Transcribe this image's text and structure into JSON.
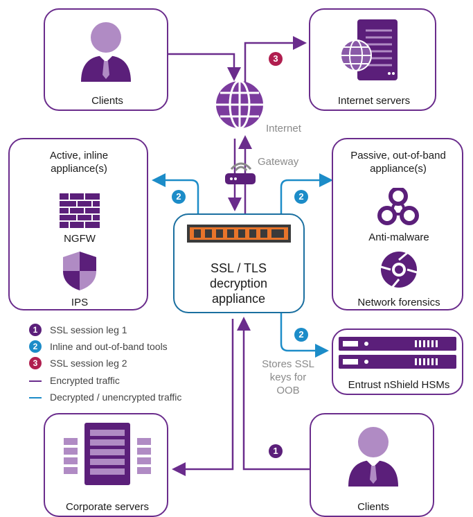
{
  "nodes": {
    "clients_top": {
      "label": "Clients"
    },
    "internet_servers": {
      "label": "Internet servers"
    },
    "internet": {
      "label": "Internet"
    },
    "gateway": {
      "label": "Gateway"
    },
    "active_inline": {
      "title": "Active, inline appliance(s)",
      "item1": "NGFW",
      "item2": "IPS"
    },
    "passive_oob": {
      "title": "Passive, out-of-band appliance(s)",
      "item1": "Anti-malware",
      "item2": "Network forensics"
    },
    "ssl_appliance": {
      "label": "SSL / TLS decryption appliance"
    },
    "hsm": {
      "label": "Entrust nShield HSMs"
    },
    "hsm_note": "Stores SSL keys for OOB",
    "corporate_servers": {
      "label": "Corporate servers"
    },
    "clients_bottom": {
      "label": "Clients"
    }
  },
  "badges": {
    "one": "1",
    "two": "2",
    "three": "3"
  },
  "legend": [
    {
      "badge": "1",
      "text": "SSL session leg 1",
      "color": "#5b1f7a"
    },
    {
      "badge": "2",
      "text": "Inline and out-of-band tools",
      "color": "#1c8cc8"
    },
    {
      "badge": "3",
      "text": "SSL session leg 2",
      "color": "#b01e4f"
    },
    {
      "line": "encrypted",
      "text": "Encrypted traffic",
      "color": "#6a2c8c"
    },
    {
      "line": "decrypted",
      "text": "Decrypted / unencrypted traffic",
      "color": "#1c8cc8"
    }
  ],
  "colors": {
    "purple": "#6a2c8c",
    "blue": "#1c8cc8",
    "crimson": "#b01e4f",
    "orange": "#e8742a"
  }
}
